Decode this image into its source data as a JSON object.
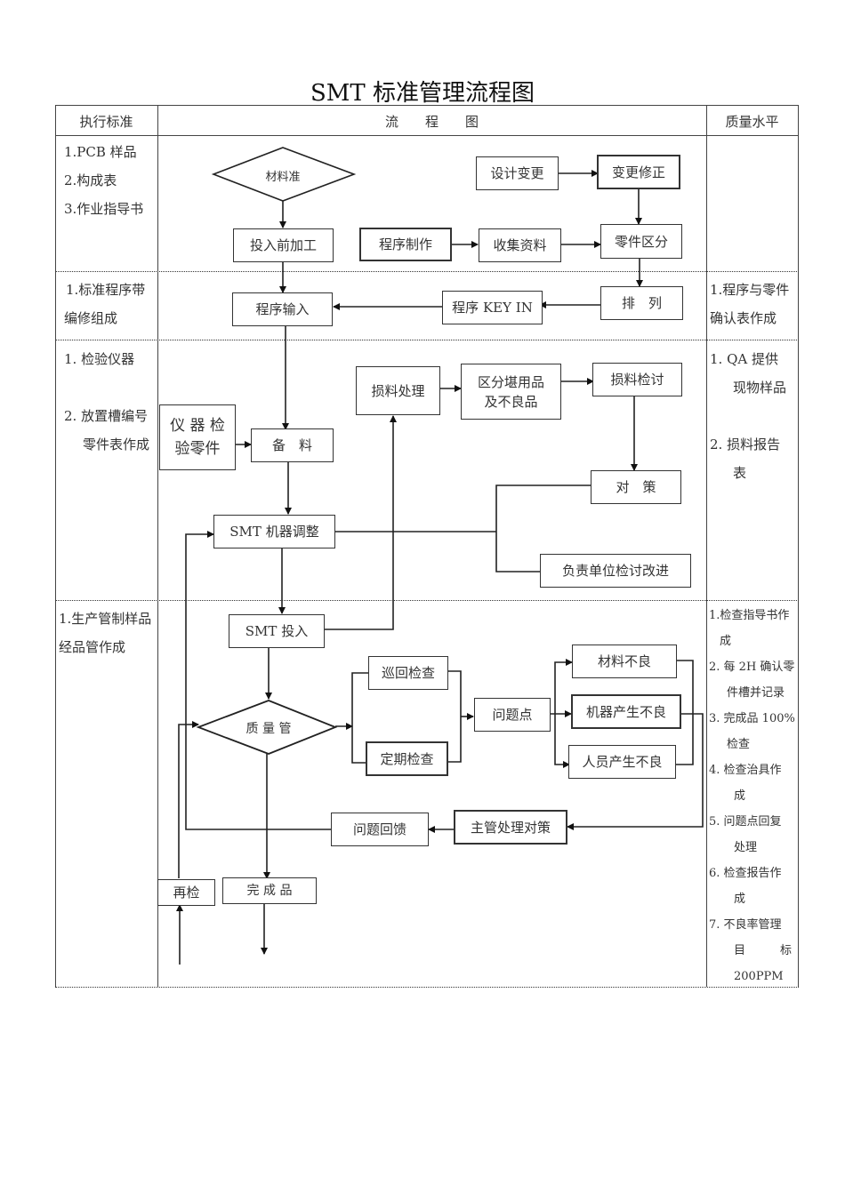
{
  "title": "SMT 标准管理流程图",
  "header": {
    "col_standard": "执行标准",
    "col_flow": "流　　程　　图",
    "col_quality": "质量水平"
  },
  "rows": [
    {
      "standard": [
        "1.PCB 样品",
        "2.构成表",
        "3.作业指导书"
      ],
      "quality": []
    },
    {
      "standard": [
        "1.标准程序带",
        "编修组成"
      ],
      "quality": [
        "1.程序与零件",
        "确认表作成"
      ]
    },
    {
      "standard": [
        "1. 检验仪器",
        "2. 放置槽编号",
        "零件表作成"
      ],
      "quality": [
        "1.  QA 提供",
        "现物样品",
        "2.  损料报告",
        "表"
      ]
    },
    {
      "standard": [
        "1.生产管制样品",
        "经品管作成"
      ],
      "quality": [
        "1.检查指导书作",
        "成",
        "2. 每 2H 确认零",
        "件槽并记录",
        "3. 完成品 100%",
        "检查",
        "4. 检查治具作",
        "成",
        "5. 问题点回复",
        "处理",
        "6. 检查报告作",
        "成",
        "7. 不良率管理",
        "目　　　标",
        "200PPM"
      ]
    }
  ],
  "nodes": {
    "material_std": "材料准",
    "pre_process": "投入前加工",
    "design_change": "设计变更",
    "change_fix": "变更修正",
    "program_make": "程序制作",
    "collect_data": "收集资料",
    "part_sort": "零件区分",
    "arrange": "排　列",
    "program_keyin": "程序 KEY IN",
    "program_input": "程序输入",
    "scrap_handle": "损料处理",
    "sort_usable": "区分堪用品\n及不良品",
    "scrap_review": "损料检讨",
    "instrument_check": "仪 器 检\n验零件",
    "prepare": "备　料",
    "countermeasure": "对　策",
    "smt_adjust": "SMT 机器调整",
    "dept_improve": "负责单位检讨改进",
    "smt_input": "SMT 投入",
    "patrol_check": "巡回检查",
    "periodic_check": "定期检查",
    "quality_ctrl": "质 量 管",
    "problem_point": "问题点",
    "material_defect": "材料不良",
    "machine_defect": "机器产生不良",
    "staff_defect": "人员产生不良",
    "supervisor_action": "主管处理对策",
    "problem_feedback": "问题回馈",
    "recheck": "再检",
    "finished": "完 成 品"
  }
}
